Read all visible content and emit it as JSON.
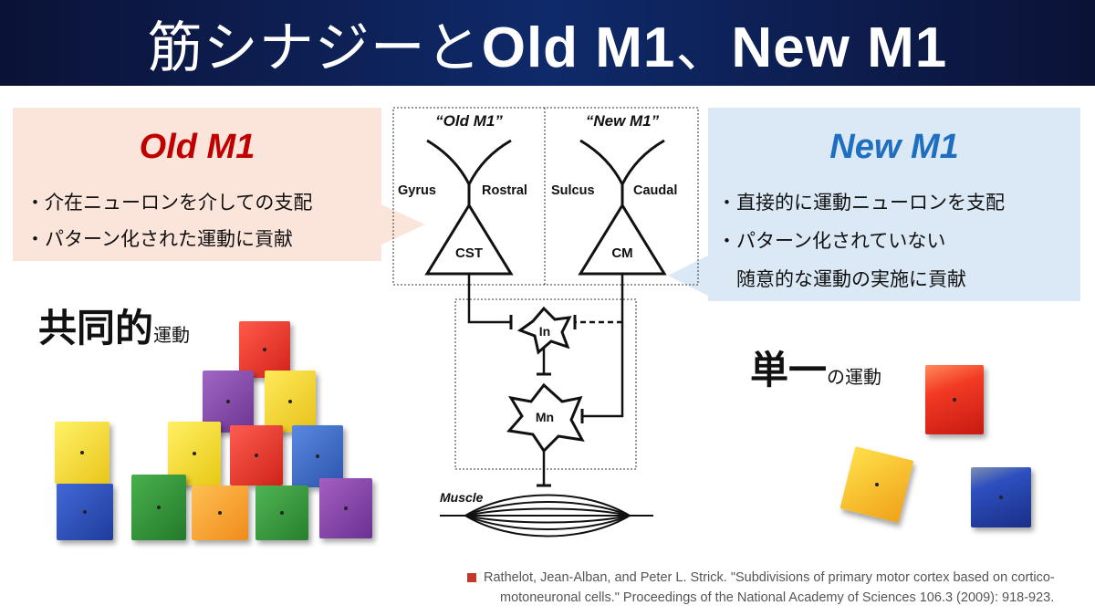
{
  "header": {
    "title_ja": "筋シナジーと",
    "title_en_1": "Old M1",
    "title_sep": "、",
    "title_en_2": "New M1"
  },
  "old_panel": {
    "title": "Old M1",
    "bullets": [
      "・介在ニューロンを介しての支配",
      "・パターン化された運動に貢献"
    ]
  },
  "new_panel": {
    "title": "New M1",
    "bullets": [
      "・直接的に運動ニューロンを支配",
      "・パターン化されていない",
      "　随意的な運動の実施に貢献"
    ]
  },
  "left_label": {
    "big": "共同的",
    "small": "運動"
  },
  "right_label": {
    "big": "単一",
    "small": "の運動"
  },
  "diagram": {
    "old_label": "“Old M1”",
    "new_label": "“New M1”",
    "gyrus": "Gyrus",
    "rostral": "Rostral",
    "sulcus": "Sulcus",
    "caudal": "Caudal",
    "cst": "CST",
    "cm": "CM",
    "in": "In",
    "mn": "Mn",
    "muscle": "Muscle"
  },
  "citation": {
    "line1": "Rathelot, Jean-Alban, and Peter L. Strick. \"Subdivisions of primary motor cortex based on cortico-",
    "line2": "motoneuronal cells.\" Proceedings of the National Academy of Sciences 106.3 (2009): 918-923."
  },
  "colors": {
    "header_bg": "#0f2a6a",
    "old_accent": "#c00000",
    "new_accent": "#1f6fc0",
    "old_panel_bg": "#fbe4da",
    "new_panel_bg": "#dbe8f5"
  }
}
